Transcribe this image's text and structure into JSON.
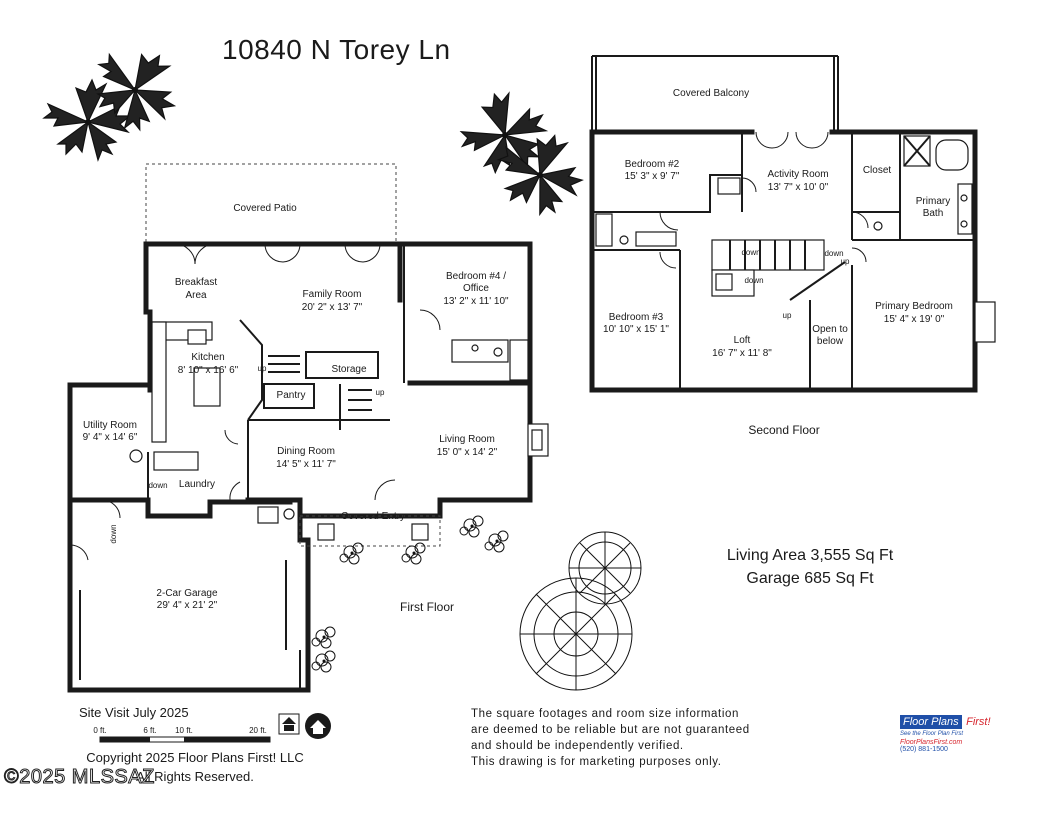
{
  "title": "10840 N Torey Ln",
  "area": {
    "living": "Living Area 3,555 Sq Ft",
    "garage": "Garage 685 Sq Ft"
  },
  "floors": {
    "first": "First Floor",
    "second": "Second Floor"
  },
  "rooms_first": {
    "covered_patio": "Covered Patio",
    "breakfast_1": "Breakfast",
    "breakfast_2": "Area",
    "family_name": "Family Room",
    "family_dim": "20' 2\" x 13' 7\"",
    "bed4_1": "Bedroom #4 /",
    "bed4_2": "Office",
    "bed4_dim": "13' 2\" x 11' 10\"",
    "kitchen_name": "Kitchen",
    "kitchen_dim": "8' 10\" x 16' 6\"",
    "storage": "Storage",
    "pantry": "Pantry",
    "utility_name": "Utility Room",
    "utility_dim": "9' 4\" x 14' 6\"",
    "laundry": "Laundry",
    "dining_name": "Dining Room",
    "dining_dim": "14' 5\" x 11' 7\"",
    "living_name": "Living Room",
    "living_dim": "15' 0\" x 14' 2\"",
    "covered_entry": "Covered Entry",
    "garage_name": "2-Car Garage",
    "garage_dim": "29' 4\" x 21' 2\"",
    "up1": "up",
    "up2": "up",
    "down1": "down",
    "down2": "down"
  },
  "rooms_second": {
    "covered_balcony": "Covered Balcony",
    "bed2_name": "Bedroom #2",
    "bed2_dim": "15' 3\" x 9' 7\"",
    "activity_name": "Activity Room",
    "activity_dim": "13' 7\" x 10' 0\"",
    "closet": "Closet",
    "pbath_1": "Primary",
    "pbath_2": "Bath",
    "bed3_name": "Bedroom #3",
    "bed3_dim": "10' 10\" x 15' 1\"",
    "loft_name": "Loft",
    "loft_dim": "16' 7\" x 11' 8\"",
    "open_1": "Open to",
    "open_2": "below",
    "pbed_name": "Primary Bedroom",
    "pbed_dim": "15' 4\" x 19' 0\"",
    "down1": "down",
    "down2": "down",
    "down3": "down",
    "up1": "up",
    "up2": "up"
  },
  "scale": {
    "s0": "0 ft.",
    "s6": "6 ft.",
    "s10": "10 ft.",
    "s20": "20 ft."
  },
  "footer": {
    "site_visit": "Site Visit July 2025",
    "copyright_1": "Copyright 2025 Floor Plans First! LLC",
    "copyright_2": "All Rights Reserved.",
    "disclaimer_1": "The square footages and room size information",
    "disclaimer_2": "are deemed to be reliable but are not guaranteed",
    "disclaimer_3": "and should be independently verified.",
    "disclaimer_4": "This drawing is for marketing purposes only.",
    "watermark": "©2025 MLSSAZ"
  },
  "logo": {
    "brand_1": "Floor Plans",
    "brand_2": "First!",
    "tagline": "See the Floor Plan First",
    "url": "FloorPlansFirst.com",
    "phone": "(520) 881-1500"
  },
  "colors": {
    "ink": "#1a1a1a",
    "logo_blue": "#1f4fa8",
    "logo_red": "#d6262e"
  }
}
